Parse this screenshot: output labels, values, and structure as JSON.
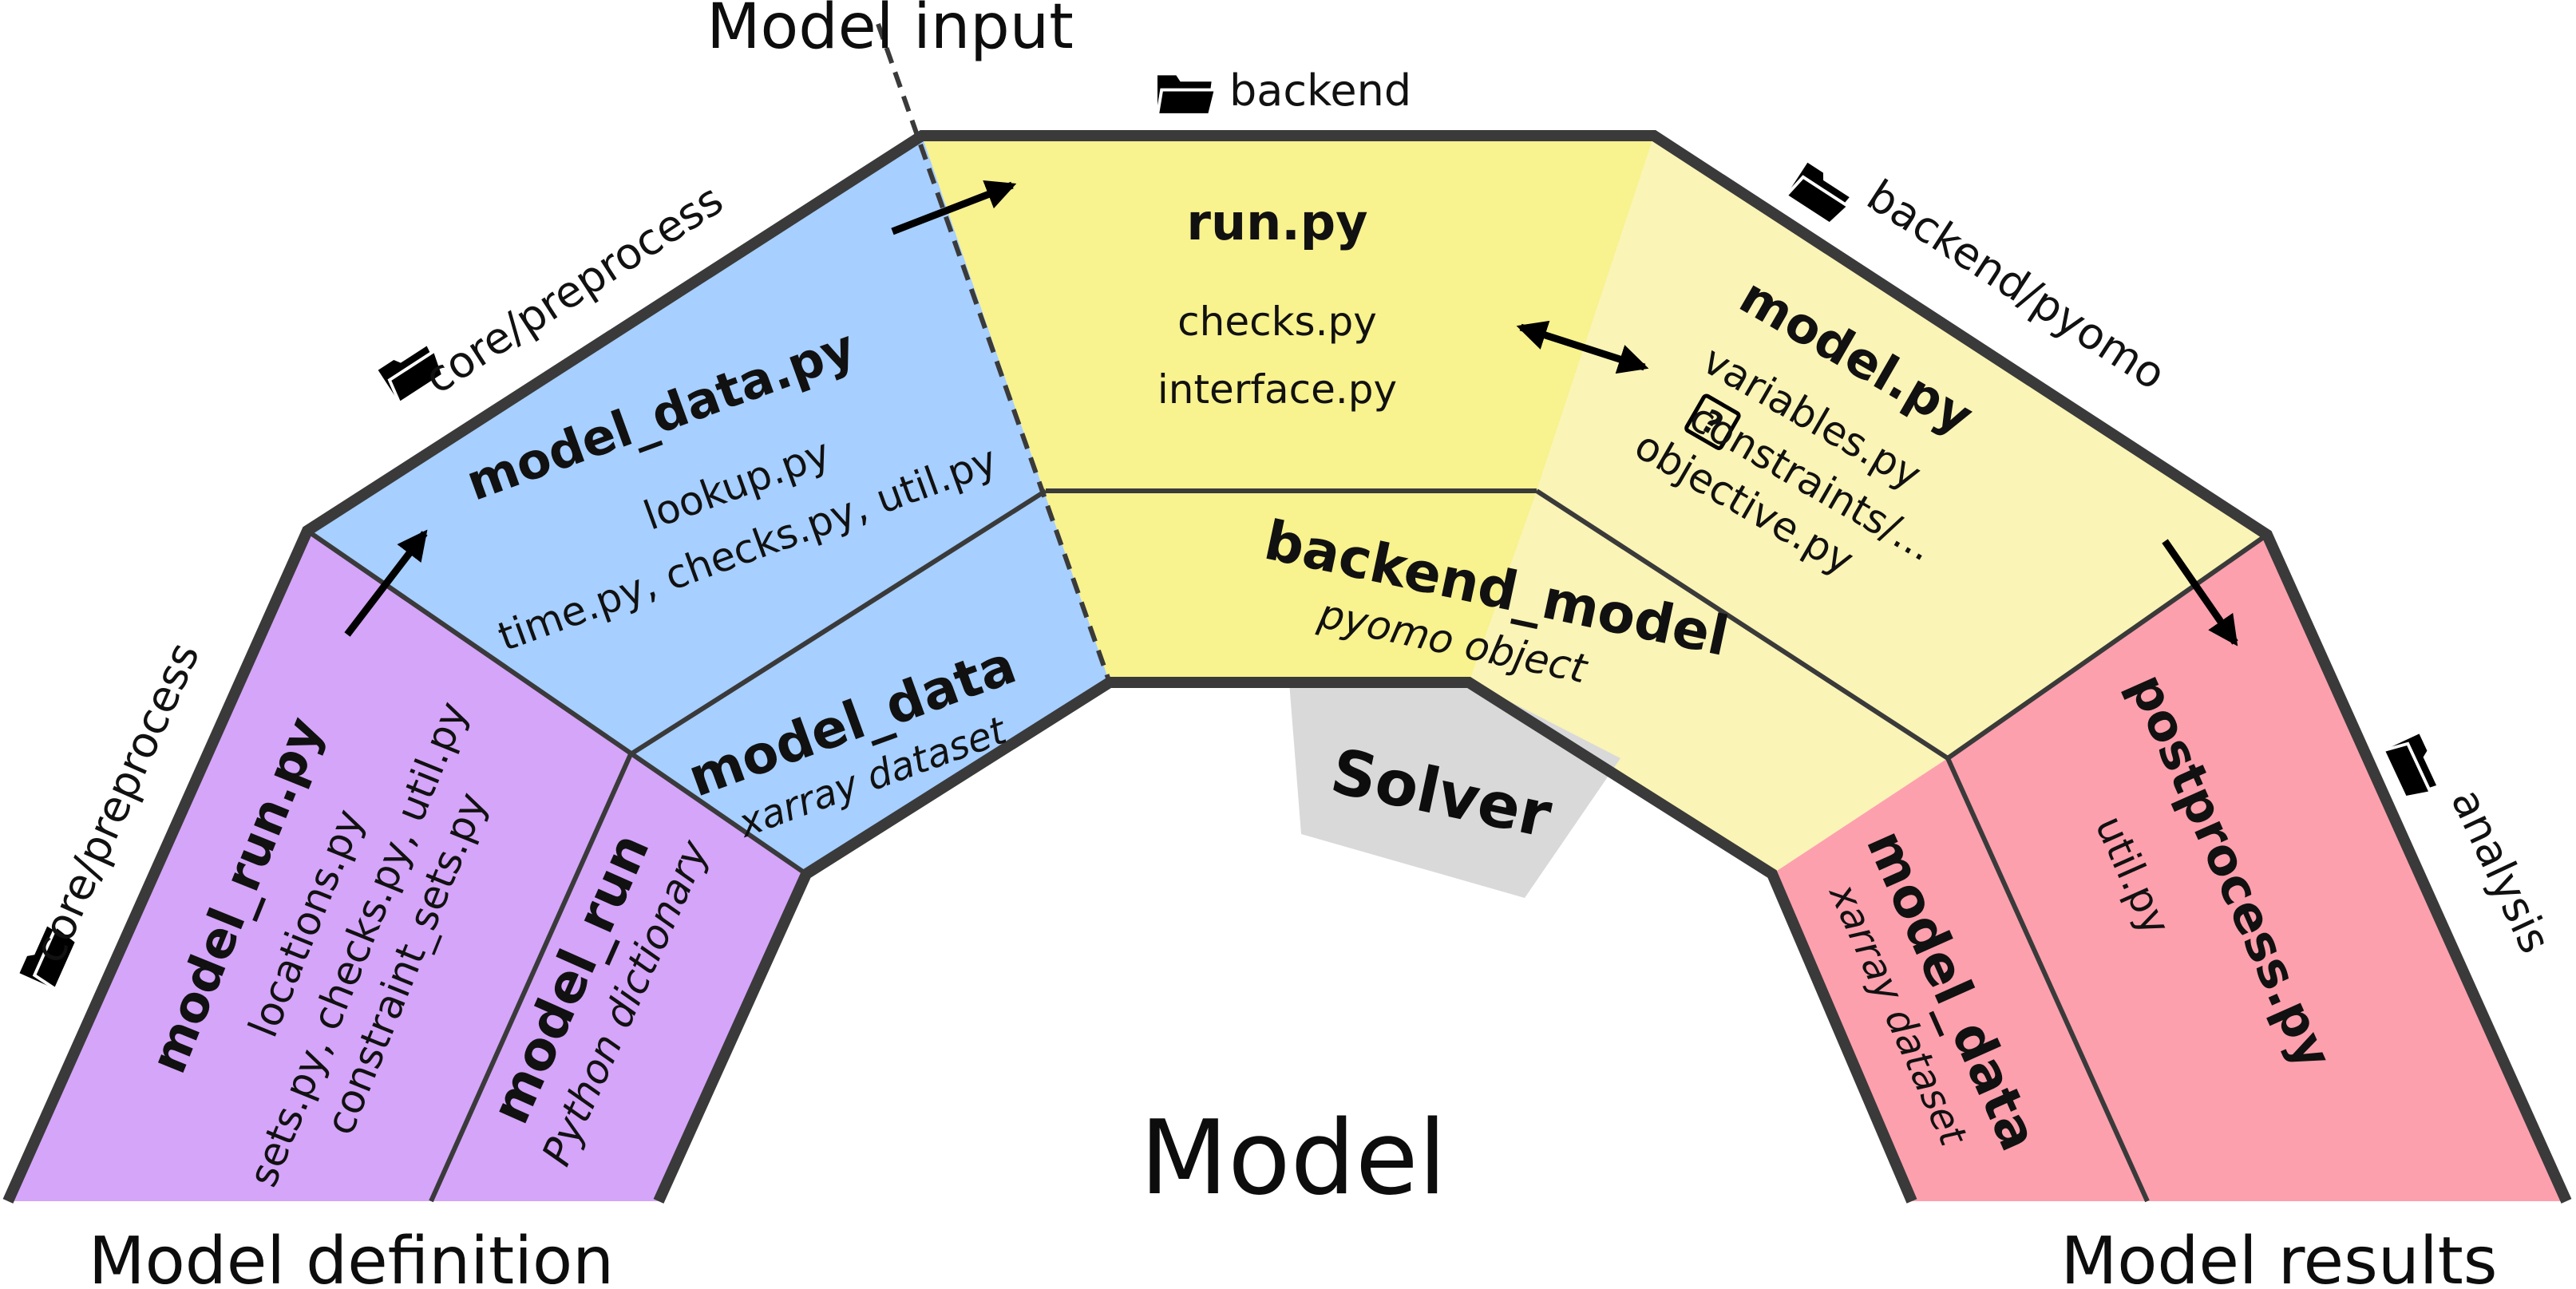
{
  "colors": {
    "purple": "#d4a5f9",
    "blue": "#a7cfff",
    "yellow": "#f8f28f",
    "light_yellow": "#faf4b6",
    "pink": "#fda0ad",
    "solver_gray": "#d9d9d9",
    "outline": "#3a3a3a"
  },
  "headings": {
    "model_input": "Model input",
    "model": "Model",
    "model_definition": "Model definition",
    "model_results": "Model results"
  },
  "folders": {
    "backend": "backend",
    "core_preprocess_top": "core/preprocess",
    "core_preprocess_left": "core/preprocess",
    "backend_pyomo": "backend/pyomo",
    "analysis": "analysis"
  },
  "model_run_panel": {
    "title": "model_run.py",
    "line1": "locations.py",
    "line2": "sets.py, checks.py, util.py",
    "line3": "constraint_sets.py"
  },
  "model_run_data": {
    "title": "model_run",
    "subtitle": "Python dictionary"
  },
  "model_data_panel": {
    "title": "model_data.py",
    "line1": "lookup.py",
    "line2": "time.py, checks.py, util.py"
  },
  "model_data_input": {
    "title": "model_data",
    "subtitle": "xarray dataset"
  },
  "run_panel": {
    "title": "run.py",
    "line1": "checks.py",
    "line2": "interface.py"
  },
  "backend_model": {
    "title": "backend_model",
    "subtitle": "pyomo object"
  },
  "solver": {
    "label": "Solver"
  },
  "model_py_panel": {
    "title": "model.py",
    "line1": "variables.py",
    "line2": "constraints/...",
    "line3": "objective.py",
    "badge": "?"
  },
  "postprocess_panel": {
    "title": "postprocess.py",
    "line1": "util.py"
  },
  "model_data_results": {
    "title": "model_data",
    "subtitle": "xarray dataset"
  }
}
